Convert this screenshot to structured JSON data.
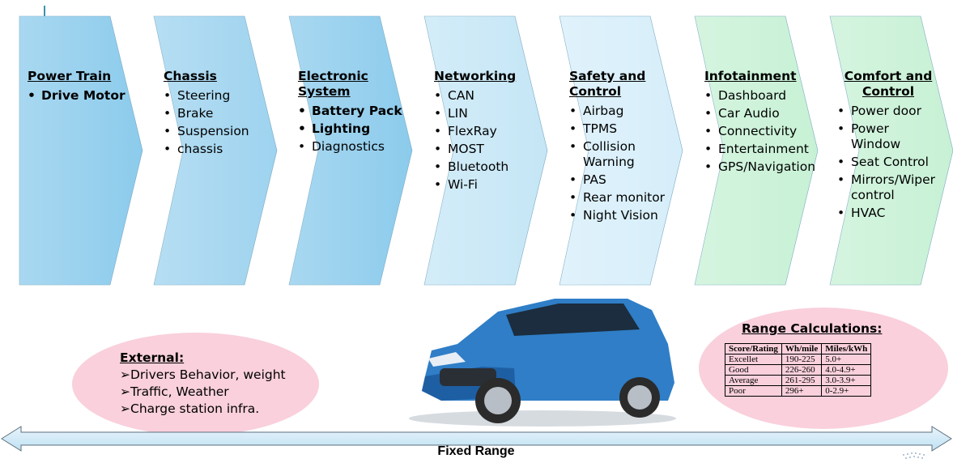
{
  "panels": [
    {
      "title_lines": [
        "Power Train"
      ],
      "items": [
        {
          "text": "Drive Motor",
          "bold": true
        }
      ],
      "color": "#8ccbec"
    },
    {
      "title_lines": [
        "Chassis"
      ],
      "items": [
        {
          "text": "Steering"
        },
        {
          "text": "Brake"
        },
        {
          "text": "Suspension"
        },
        {
          "text": "chassis"
        }
      ],
      "color": "#9ed3ef"
    },
    {
      "title_lines": [
        "Electronic",
        "System"
      ],
      "items": [
        {
          "text": "Battery Pack",
          "bold": true
        },
        {
          "text": "Lighting",
          "bold": true
        },
        {
          "text": "Diagnostics"
        }
      ],
      "color": "#8ccbec"
    },
    {
      "title_lines": [
        "Networking"
      ],
      "items": [
        {
          "text": "CAN"
        },
        {
          "text": "LIN"
        },
        {
          "text": "FlexRay"
        },
        {
          "text": "MOST"
        },
        {
          "text": "Bluetooth"
        },
        {
          "text": "Wi-Fi"
        }
      ],
      "color": "#c5e6f6"
    },
    {
      "title_lines": [
        "Safety and",
        "Control"
      ],
      "items": [
        {
          "text": "Airbag"
        },
        {
          "text": "TPMS"
        },
        {
          "text": "Collision Warning"
        },
        {
          "text": "PAS"
        },
        {
          "text": "Rear monitor"
        },
        {
          "text": "Night Vision"
        }
      ],
      "color": "#d6eefa"
    },
    {
      "title_lines": [
        "Infotainment"
      ],
      "items": [
        {
          "text": "Dashboard"
        },
        {
          "text": "Car Audio"
        },
        {
          "text": "Connectivity"
        },
        {
          "text": "Entertainment"
        },
        {
          "text": "GPS/Navigation"
        }
      ],
      "color": "#c7f1d5"
    },
    {
      "title_lines": [
        "Comfort and",
        "Control"
      ],
      "items": [
        {
          "text": "Power door"
        },
        {
          "text": "Power Window"
        },
        {
          "text": "Seat Control"
        },
        {
          "text": "Mirrors/Wiper control"
        },
        {
          "text": "HVAC"
        }
      ],
      "color": "#c7f1d5",
      "center_title": true
    }
  ],
  "external": {
    "title": "External:",
    "items": [
      "Drivers Behavior, weight",
      "Traffic, Weather",
      "Charge station infra."
    ]
  },
  "range": {
    "title": "Range Calculations:",
    "headers": [
      "Score/Rating",
      "Wh/mile",
      "Miles/kWh"
    ],
    "rows": [
      [
        "Excellet",
        "190-225",
        "5.0+"
      ],
      [
        "Good",
        "226-260",
        "4.0-4.9+"
      ],
      [
        "Average",
        "261-295",
        "3.0-3.9+"
      ],
      [
        "Poor",
        "296+",
        "0-2.9+"
      ]
    ]
  },
  "bottom_arrow": {
    "label": "Fixed Range"
  }
}
